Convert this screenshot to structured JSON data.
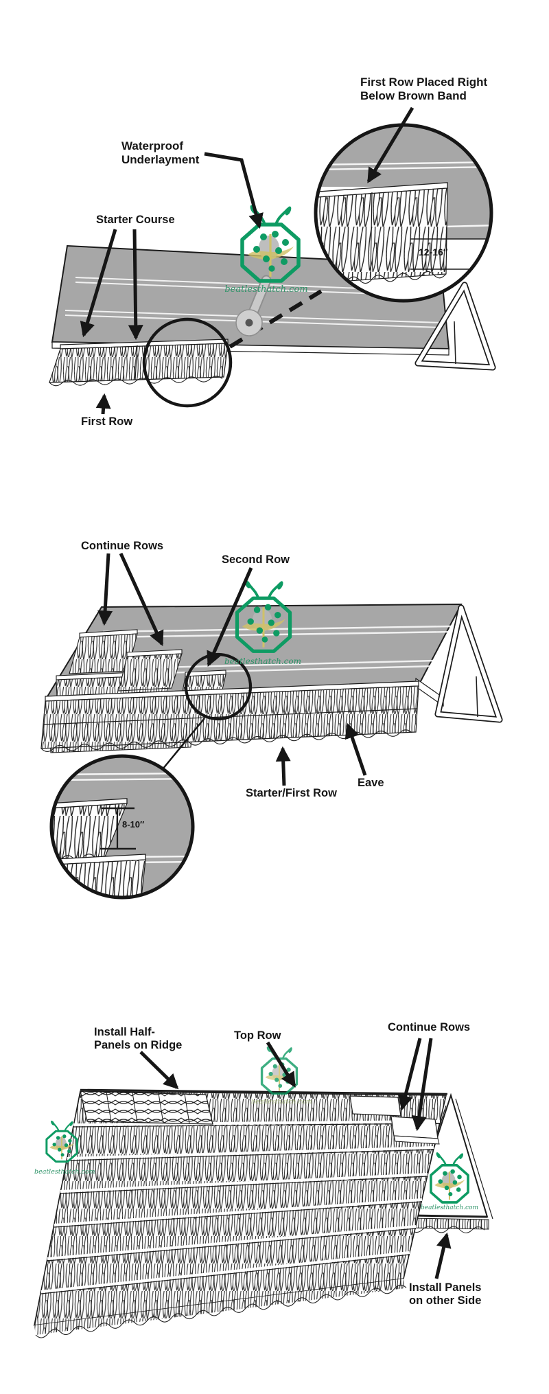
{
  "brand": {
    "logo_text": "beatlesthatch.com",
    "green": "#0e9b63",
    "khaki": "#cfc169"
  },
  "colors": {
    "deck_gray": "#a7a7a7",
    "line_black": "#1c1c1c"
  },
  "step1": {
    "waterproof": "Waterproof\nUnderlayment",
    "starter_course": "Starter Course",
    "first_row": "First Row",
    "first_row_note": "First Row Placed Right\nBelow Brown Band",
    "exposure_dim": "12-16″"
  },
  "step2": {
    "continue_rows": "Continue Rows",
    "second_row": "Second Row",
    "starter_first_row": "Starter/First Row",
    "eave": "Eave",
    "offset_dim": "8-10″"
  },
  "step3": {
    "install_half_panels": "Install Half-\nPanels on Ridge",
    "top_row": "Top Row",
    "continue_rows": "Continue Rows",
    "install_other_side": "Install Panels\non other Side"
  }
}
